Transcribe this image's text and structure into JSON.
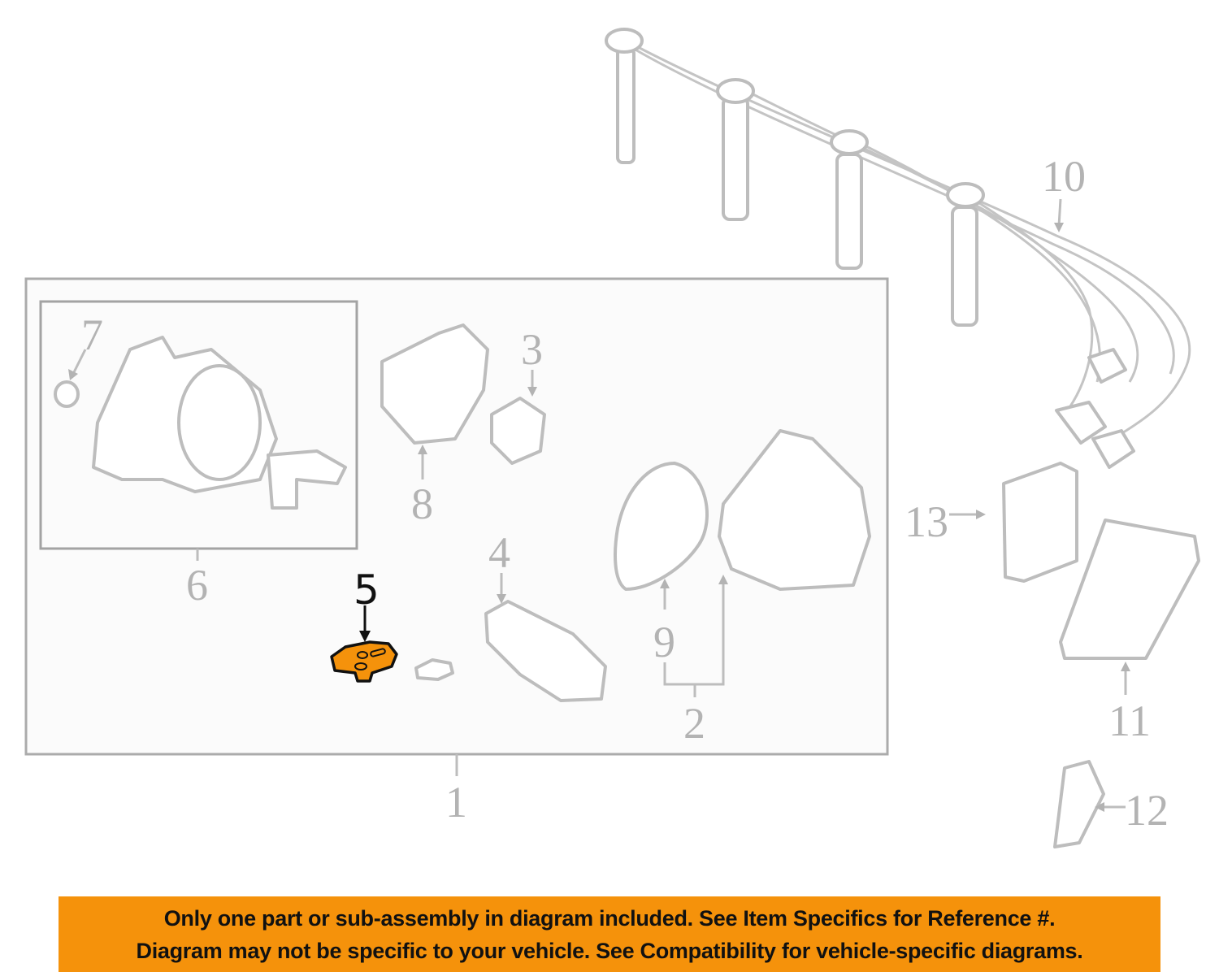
{
  "diagram": {
    "callouts": {
      "c1": "1",
      "c2": "2",
      "c3": "3",
      "c4": "4",
      "c5": "5",
      "c6": "6",
      "c7": "7",
      "c8": "8",
      "c9": "9",
      "c10": "10",
      "c11": "11",
      "c12": "12",
      "c13": "13"
    },
    "highlighted_part": "5",
    "highlight_color": "#f5920b"
  },
  "banner": {
    "line1": "Only one part or sub-assembly in diagram included. See Item Specifics for Reference #.",
    "line2": "Diagram may not be specific to your vehicle. See Compatibility for vehicle-specific diagrams.",
    "color": "#f5920b"
  }
}
